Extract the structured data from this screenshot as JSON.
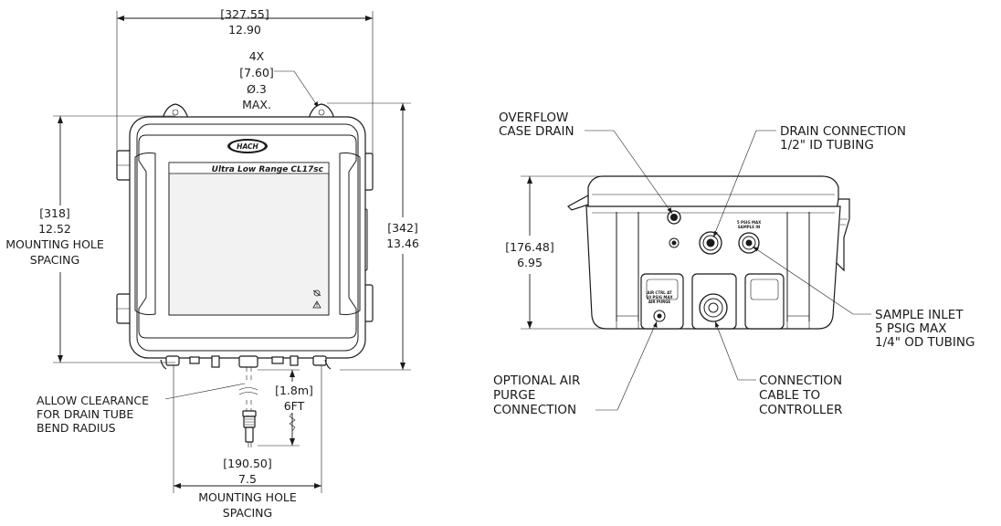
{
  "front_view": {
    "width_mm": "[327.55]",
    "width_in": "12.90",
    "hole_count": "4X",
    "hole_mm": "[7.60]",
    "hole_in": "Ø.3",
    "hole_max": "MAX.",
    "logo_text": "HACH",
    "product_name": "Ultra Low Range CL17sc",
    "mount_v_mm": "[318]",
    "mount_v_in": "12.52",
    "mount_v_l1": "MOUNTING HOLE",
    "mount_v_l2": "SPACING",
    "height_mm": "[342]",
    "height_in": "13.46",
    "clearance_l1": "ALLOW CLEARANCE",
    "clearance_l2": "FOR DRAIN TUBE",
    "clearance_l3": "BEND RADIUS",
    "cable_mm": "[1.8m]",
    "cable_ft": "6FT",
    "mount_h_mm": "[190.50]",
    "mount_h_in": "7.5",
    "mount_h_l1": "MOUNTING HOLE",
    "mount_h_l2": "SPACING"
  },
  "bottom_view": {
    "overflow_l1": "OVERFLOW",
    "overflow_l2": "CASE DRAIN",
    "drain_l1": "DRAIN CONNECTION",
    "drain_l2": "1/2\" ID TUBING",
    "height_mm": "[176.48]",
    "height_in": "6.95",
    "sample_l1": "SAMPLE INLET",
    "sample_l2": "5 PSIG MAX",
    "sample_l3": "1/4\" OD TUBING",
    "purge_l1": "OPTIONAL AIR",
    "purge_l2": "PURGE",
    "purge_l3": "CONNECTION",
    "cable_l1": "CONNECTION",
    "cable_l2": "CABLE TO",
    "cable_l3": "CONTROLLER",
    "sample_port_l1": "5 PSIG MAX",
    "sample_port_l2": "SAMPLE IN",
    "purge_port_l1": "AIR CTRL AT",
    "purge_port_l2": "10 PSIG MAX",
    "purge_port_l3": "AIR PURGE"
  }
}
